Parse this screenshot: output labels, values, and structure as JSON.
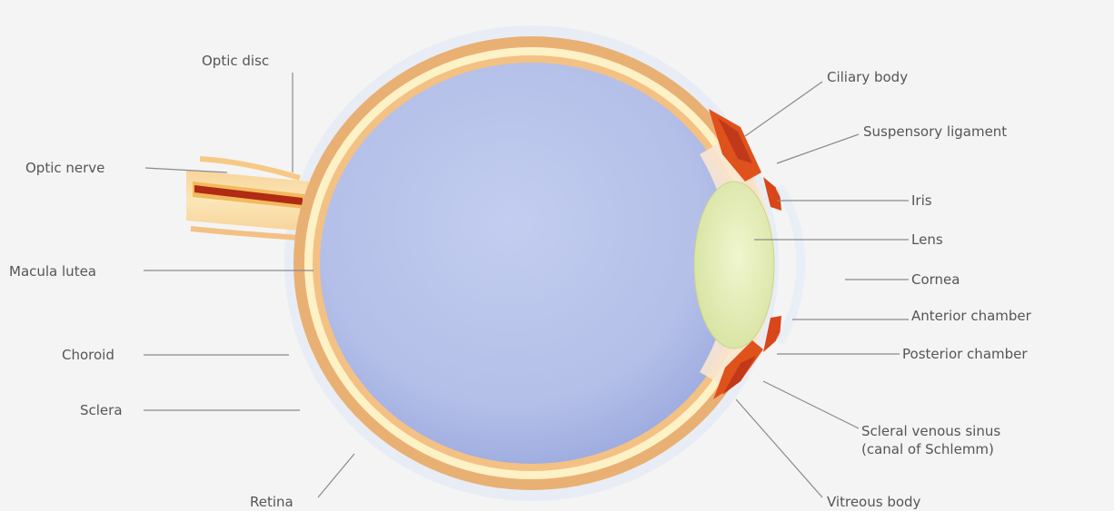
{
  "labels": {
    "optic_disc": "Optic disc",
    "optic_nerve": "Optic nerve",
    "macula_lutea": "Macula lutea",
    "choroid": "Choroid",
    "sclera": "Sclera",
    "retina": "Retina",
    "ciliary_body": "Ciliary body",
    "suspensory_ligament": "Suspensory ligament",
    "iris": "Iris",
    "lens": "Lens",
    "cornea": "Cornea",
    "anterior_chamber": "Anterior chamber",
    "posterior_chamber": "Posterior chamber",
    "scleral_venous_sinus_line1": "Scleral venous sinus",
    "scleral_venous_sinus_line2": "(canal of Schlemm)",
    "vitreous_body": "Vitreous body"
  },
  "colors": {
    "background": "#f4f4f4",
    "vitreous": "#b9c4ea",
    "sclera": "#e9b074",
    "choroid": "#fdf1c6",
    "retina": "#f3c184",
    "ciliary": "#e0521c",
    "lens": "#e7efbc",
    "optic_nerve_core": "#b02a14"
  }
}
